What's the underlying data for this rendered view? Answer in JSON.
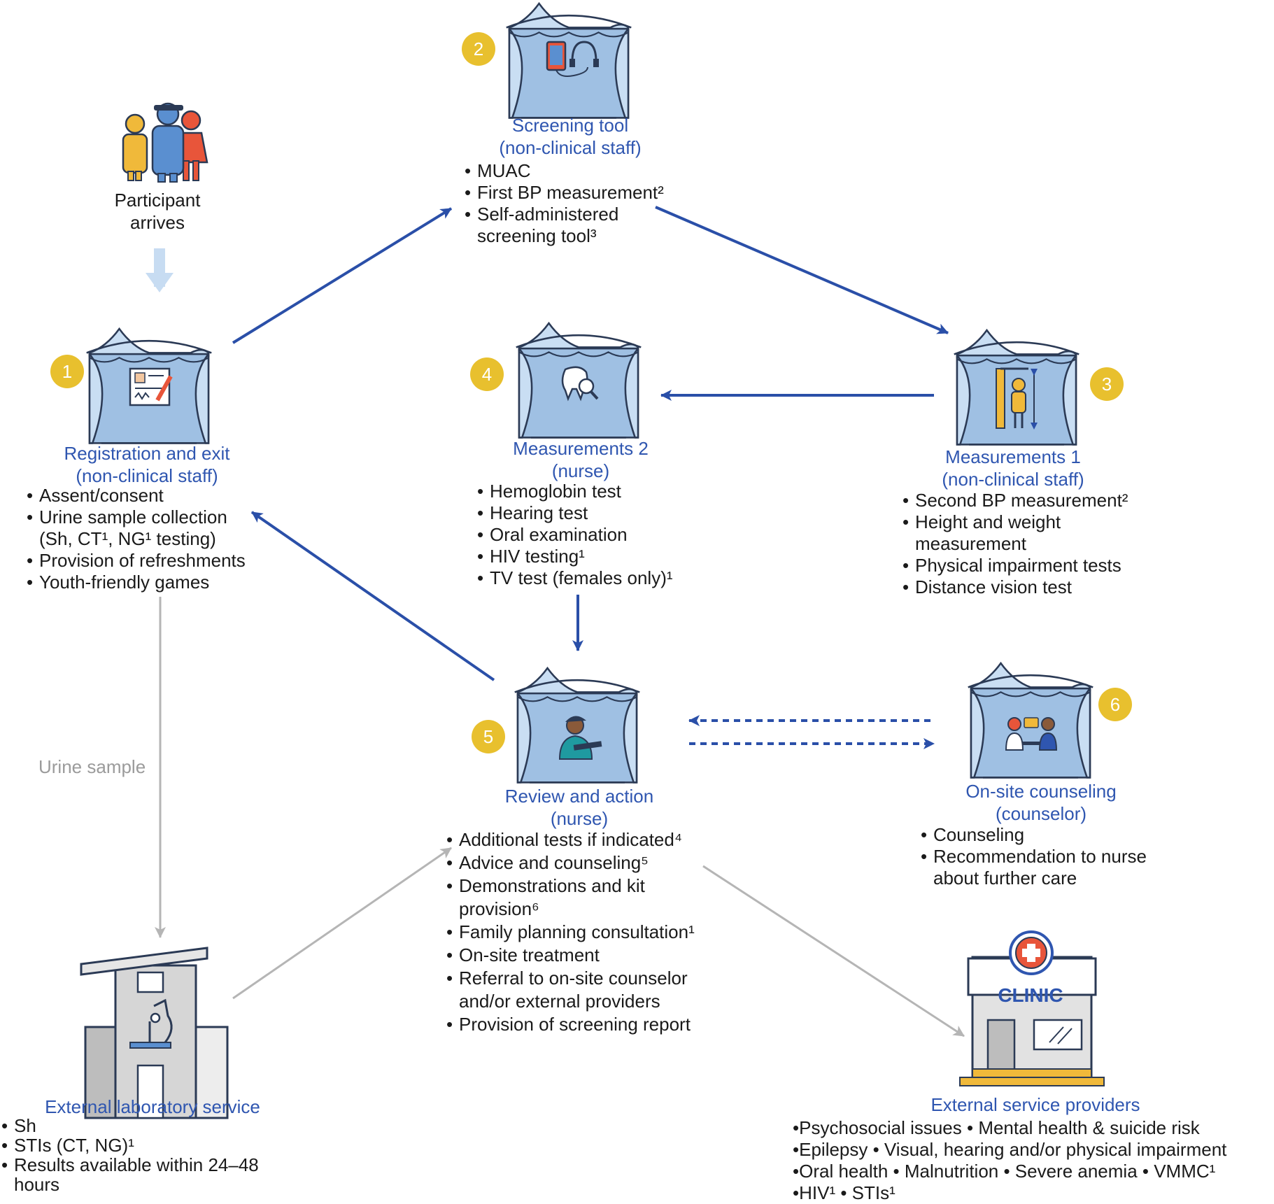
{
  "participant": {
    "label_line1": "Participant",
    "label_line2": "arrives"
  },
  "stations": {
    "s1": {
      "number": "1",
      "title_line1": "Registration and exit",
      "title_line2": "(non-clinical staff)",
      "items": [
        "Assent/consent",
        "Urine sample collection",
        "(Sh, CT¹, NG¹ testing)",
        "Provision of refreshments",
        "Youth-friendly games"
      ]
    },
    "s2": {
      "number": "2",
      "title_line1": "Screening tool",
      "title_line2": "(non-clinical staff)",
      "items": [
        "MUAC",
        "First BP measurement²",
        "Self-administered",
        "screening tool³"
      ]
    },
    "s3": {
      "number": "3",
      "title_line1": "Measurements 1",
      "title_line2": "(non-clinical staff)",
      "items": [
        "Second BP measurement²",
        "Height and weight",
        "measurement",
        "Physical impairment tests",
        "Distance vision test"
      ]
    },
    "s4": {
      "number": "4",
      "title_line1": "Measurements 2",
      "title_line2": "(nurse)",
      "items": [
        "Hemoglobin test",
        "Hearing test",
        "Oral examination",
        "HIV testing¹",
        "TV test (females only)¹"
      ]
    },
    "s5": {
      "number": "5",
      "title_line1": "Review and action",
      "title_line2": "(nurse)",
      "items": [
        "Additional tests if indicated⁴",
        "Advice and counseling⁵",
        "Demonstrations and kit",
        "provision⁶",
        "Family planning consultation¹",
        "On-site treatment",
        "Referral to on-site counselor",
        "and/or external providers",
        "Provision of screening report"
      ]
    },
    "s6": {
      "number": "6",
      "title_line1": "On-site counseling",
      "title_line2": "(counselor)",
      "items": [
        "Counseling",
        "Recommendation to nurse",
        "about further care"
      ]
    }
  },
  "lab": {
    "title": "External laboratory service",
    "items": [
      "Sh",
      "STIs (CT, NG)¹",
      "Results available within 24–48",
      "hours"
    ]
  },
  "urine_label": "Urine sample",
  "external": {
    "title": "External service providers",
    "sign": "CLINIC",
    "lines": [
      "Psychosocial issues • Mental health & suicide risk",
      "Epilepsy • Visual, hearing and/or physical impairment",
      "Oral health • Malnutrition • Severe anemia • VMMC¹",
      "HIV¹ • STIs¹"
    ]
  },
  "colors": {
    "arrow_blue": "#2a4fa8",
    "arrow_grey": "#b5b5b5",
    "arrow_light": "#c7dcf2",
    "title_blue": "#2f56b0",
    "badge_yellow": "#e8c02e",
    "tent_fill": "#c9def3",
    "tent_inner": "#9fc0e3"
  }
}
